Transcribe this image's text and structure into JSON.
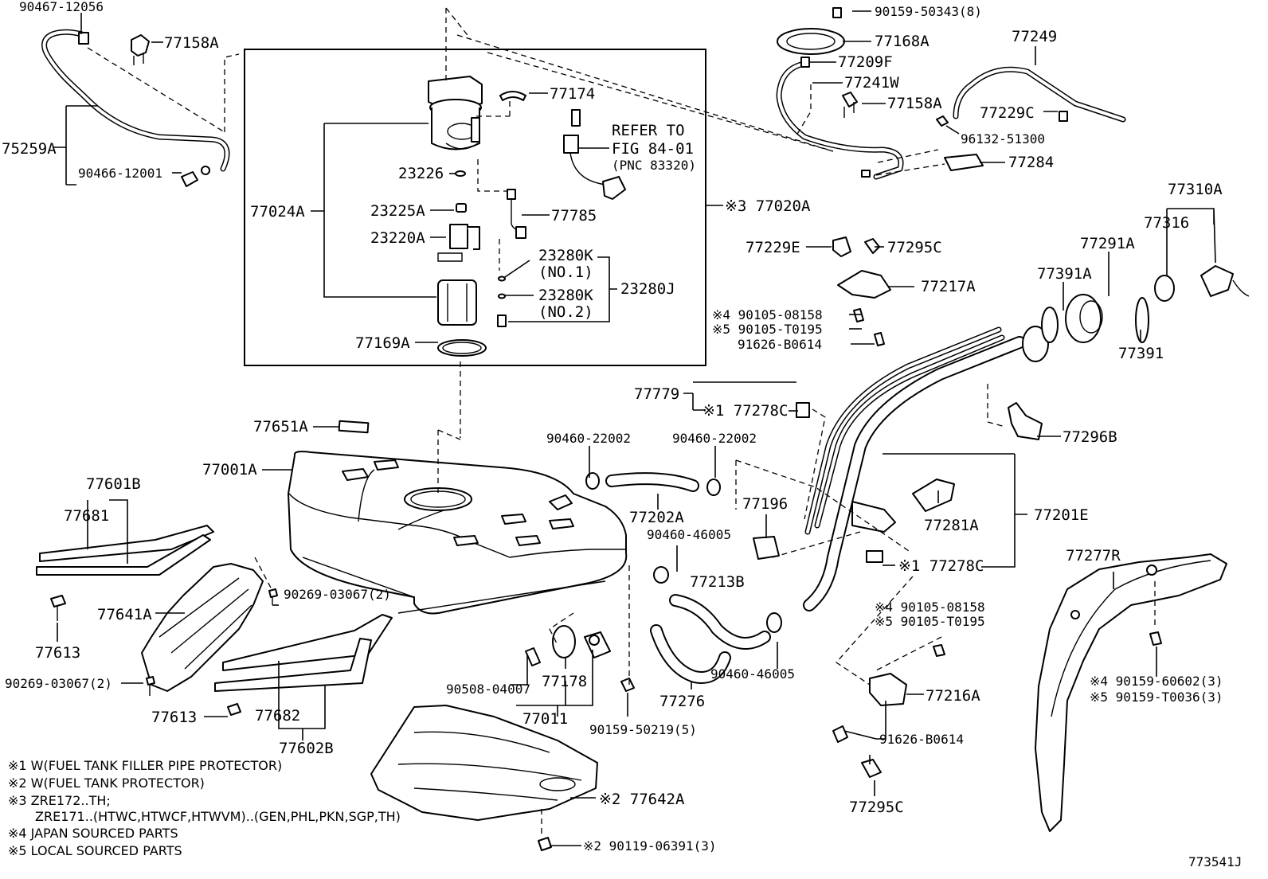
{
  "labels": {
    "p90467_12056": "90467-12056",
    "p77158A_left": "77158A",
    "p75259A": "75259A",
    "p90466_12001": "90466-12001",
    "p77174": "77174",
    "p23226": "23226",
    "p77024A": "77024A",
    "p23225A": "23225A",
    "p23220A": "23220A",
    "p77785": "77785",
    "p23280K_1": "23280K",
    "no1": "(NO.1)",
    "p23280K_2": "23280K",
    "no2": "(NO.2)",
    "p23280J": "23280J",
    "p77169A": "77169A",
    "refer_1": "REFER TO",
    "refer_2": "FIG 84-01",
    "refer_3": "(PNC 83320)",
    "p77020A": "※3 77020A",
    "p90159_50343": "90159-50343(8)",
    "p77168A": "77168A",
    "p77209F": "77209F",
    "p77241W": "77241W",
    "p77158A_right": "77158A",
    "p77249": "77249",
    "p77229C": "77229C",
    "p96132_51300": "96132-51300",
    "p77284": "77284",
    "p77310A": "77310A",
    "p77316": "77316",
    "p77291A": "77291A",
    "p77391A": "77391A",
    "p77391": "77391",
    "p77229E": "77229E",
    "p77295C_top": "77295C",
    "p77217A": "77217A",
    "p90105_08158_top": "※4 90105-08158",
    "p90105_T0195_top": "※5 90105-T0195",
    "p91626_B0614_top": "91626-B0614",
    "p77779": "77779",
    "p77278C_top": "※1 77278C",
    "p77296B": "77296B",
    "p77651A": "77651A",
    "p77001A": "77001A",
    "p90460_22002_a": "90460-22002",
    "p90460_22002_b": "90460-22002",
    "p77202A": "77202A",
    "p77196": "77196",
    "p77281A": "77281A",
    "p77201E": "77201E",
    "p90460_46005_a": "90460-46005",
    "p77278C_mid": "※1 77278C",
    "p77601B": "77601B",
    "p77681": "77681",
    "p90269_03067_r": "90269-03067(2)",
    "p77641A": "77641A",
    "p77613_a": "77613",
    "p90269_03067_l": "90269-03067(2)",
    "p77613_b": "77613",
    "p77682": "77682",
    "p77602B": "77602B",
    "p77213B": "77213B",
    "p90105_08158_mid": "※4 90105-08158",
    "p90105_T0195_mid": "※5 90105-T0195",
    "p77277R": "77277R",
    "p90508_04007": "90508-04007",
    "p77178": "77178",
    "p77011": "77011",
    "p90159_50219": "90159-50219(5)",
    "p77276": "77276",
    "p90460_46005_b": "90460-46005",
    "p77216A": "77216A",
    "p91626_B0614_bot": "91626-B0614",
    "p77295C_bot": "77295C",
    "p90159_60602": "※4 90159-60602(3)",
    "p90159_T0036": "※5 90159-T0036(3)",
    "p77642A": "※2 77642A",
    "p90119_06391": "※2 90119-06391(3)",
    "diagram_id": "773541J"
  },
  "notes": [
    "※1 W(FUEL TANK FILLER PIPE PROTECTOR)",
    "※2 W(FUEL TANK PROTECTOR)",
    "※3 ZRE172..TH;",
    "ZRE171..(HTWC,HTWCF,HTWVM)..(GEN,PHL,PKN,SGP,TH)",
    "※4 JAPAN SOURCED PARTS",
    "※5 LOCAL SOURCED PARTS"
  ]
}
